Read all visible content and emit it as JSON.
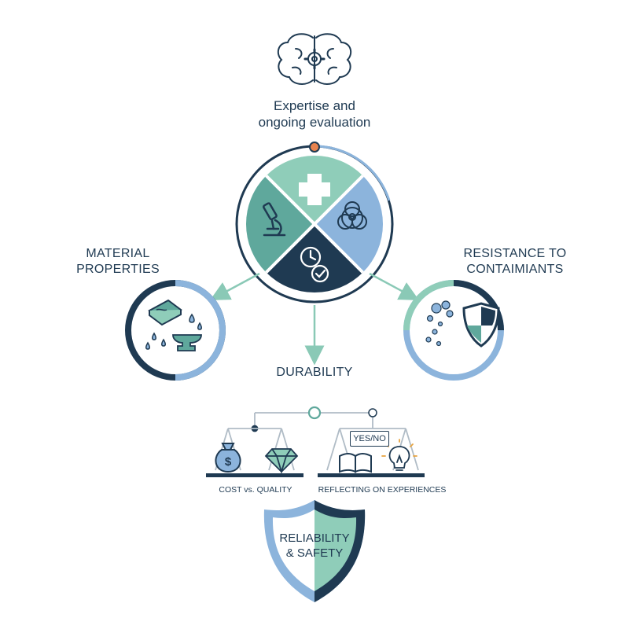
{
  "labels": {
    "top": [
      "Expertise and",
      "ongoing evaluation"
    ],
    "material": [
      "MATERIAL",
      "PROPERTIES"
    ],
    "resistance": [
      "RESISTANCE TO",
      "CONTAIMIANTS"
    ],
    "durability": "DURABILITY",
    "cost_quality": "COST vs. QUALITY",
    "reflecting": "REFLECTING ON EXPERIENCES",
    "yes_no": "YES/NO",
    "reliability": [
      "RELIABILITY",
      "& SAFETY"
    ]
  },
  "icons": {
    "brain": "brain-gear-icon",
    "cross": "medical-cross-icon",
    "biohazard": "biohazard-icon",
    "microscope": "microscope-icon",
    "clock": "clock-check-icon",
    "material": "material-drops-anvil-icon",
    "shield_particles": "shield-particles-icon",
    "money_bag": "money-bag-icon",
    "diamond": "diamond-icon",
    "book": "book-icon",
    "bulb": "lightbulb-icon",
    "shield": "shield-icon"
  },
  "colors": {
    "navy": "#1f3a52",
    "teal": "#5fa89c",
    "mint": "#8fcdb9",
    "light_blue": "#8cb4dc",
    "orange": "#e8834e",
    "arrow": "#8ac9b6"
  }
}
